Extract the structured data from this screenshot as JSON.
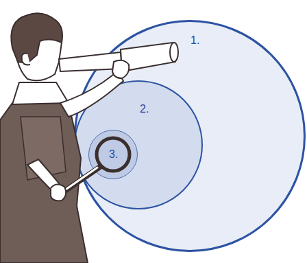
{
  "diagram": {
    "nodes": [
      {
        "text": [
          "1."
        ]
      },
      {
        "text": [
          "2."
        ],
        "in": 0
      },
      {
        "text": [
          "3."
        ],
        "in": 1
      }
    ]
  }
}
